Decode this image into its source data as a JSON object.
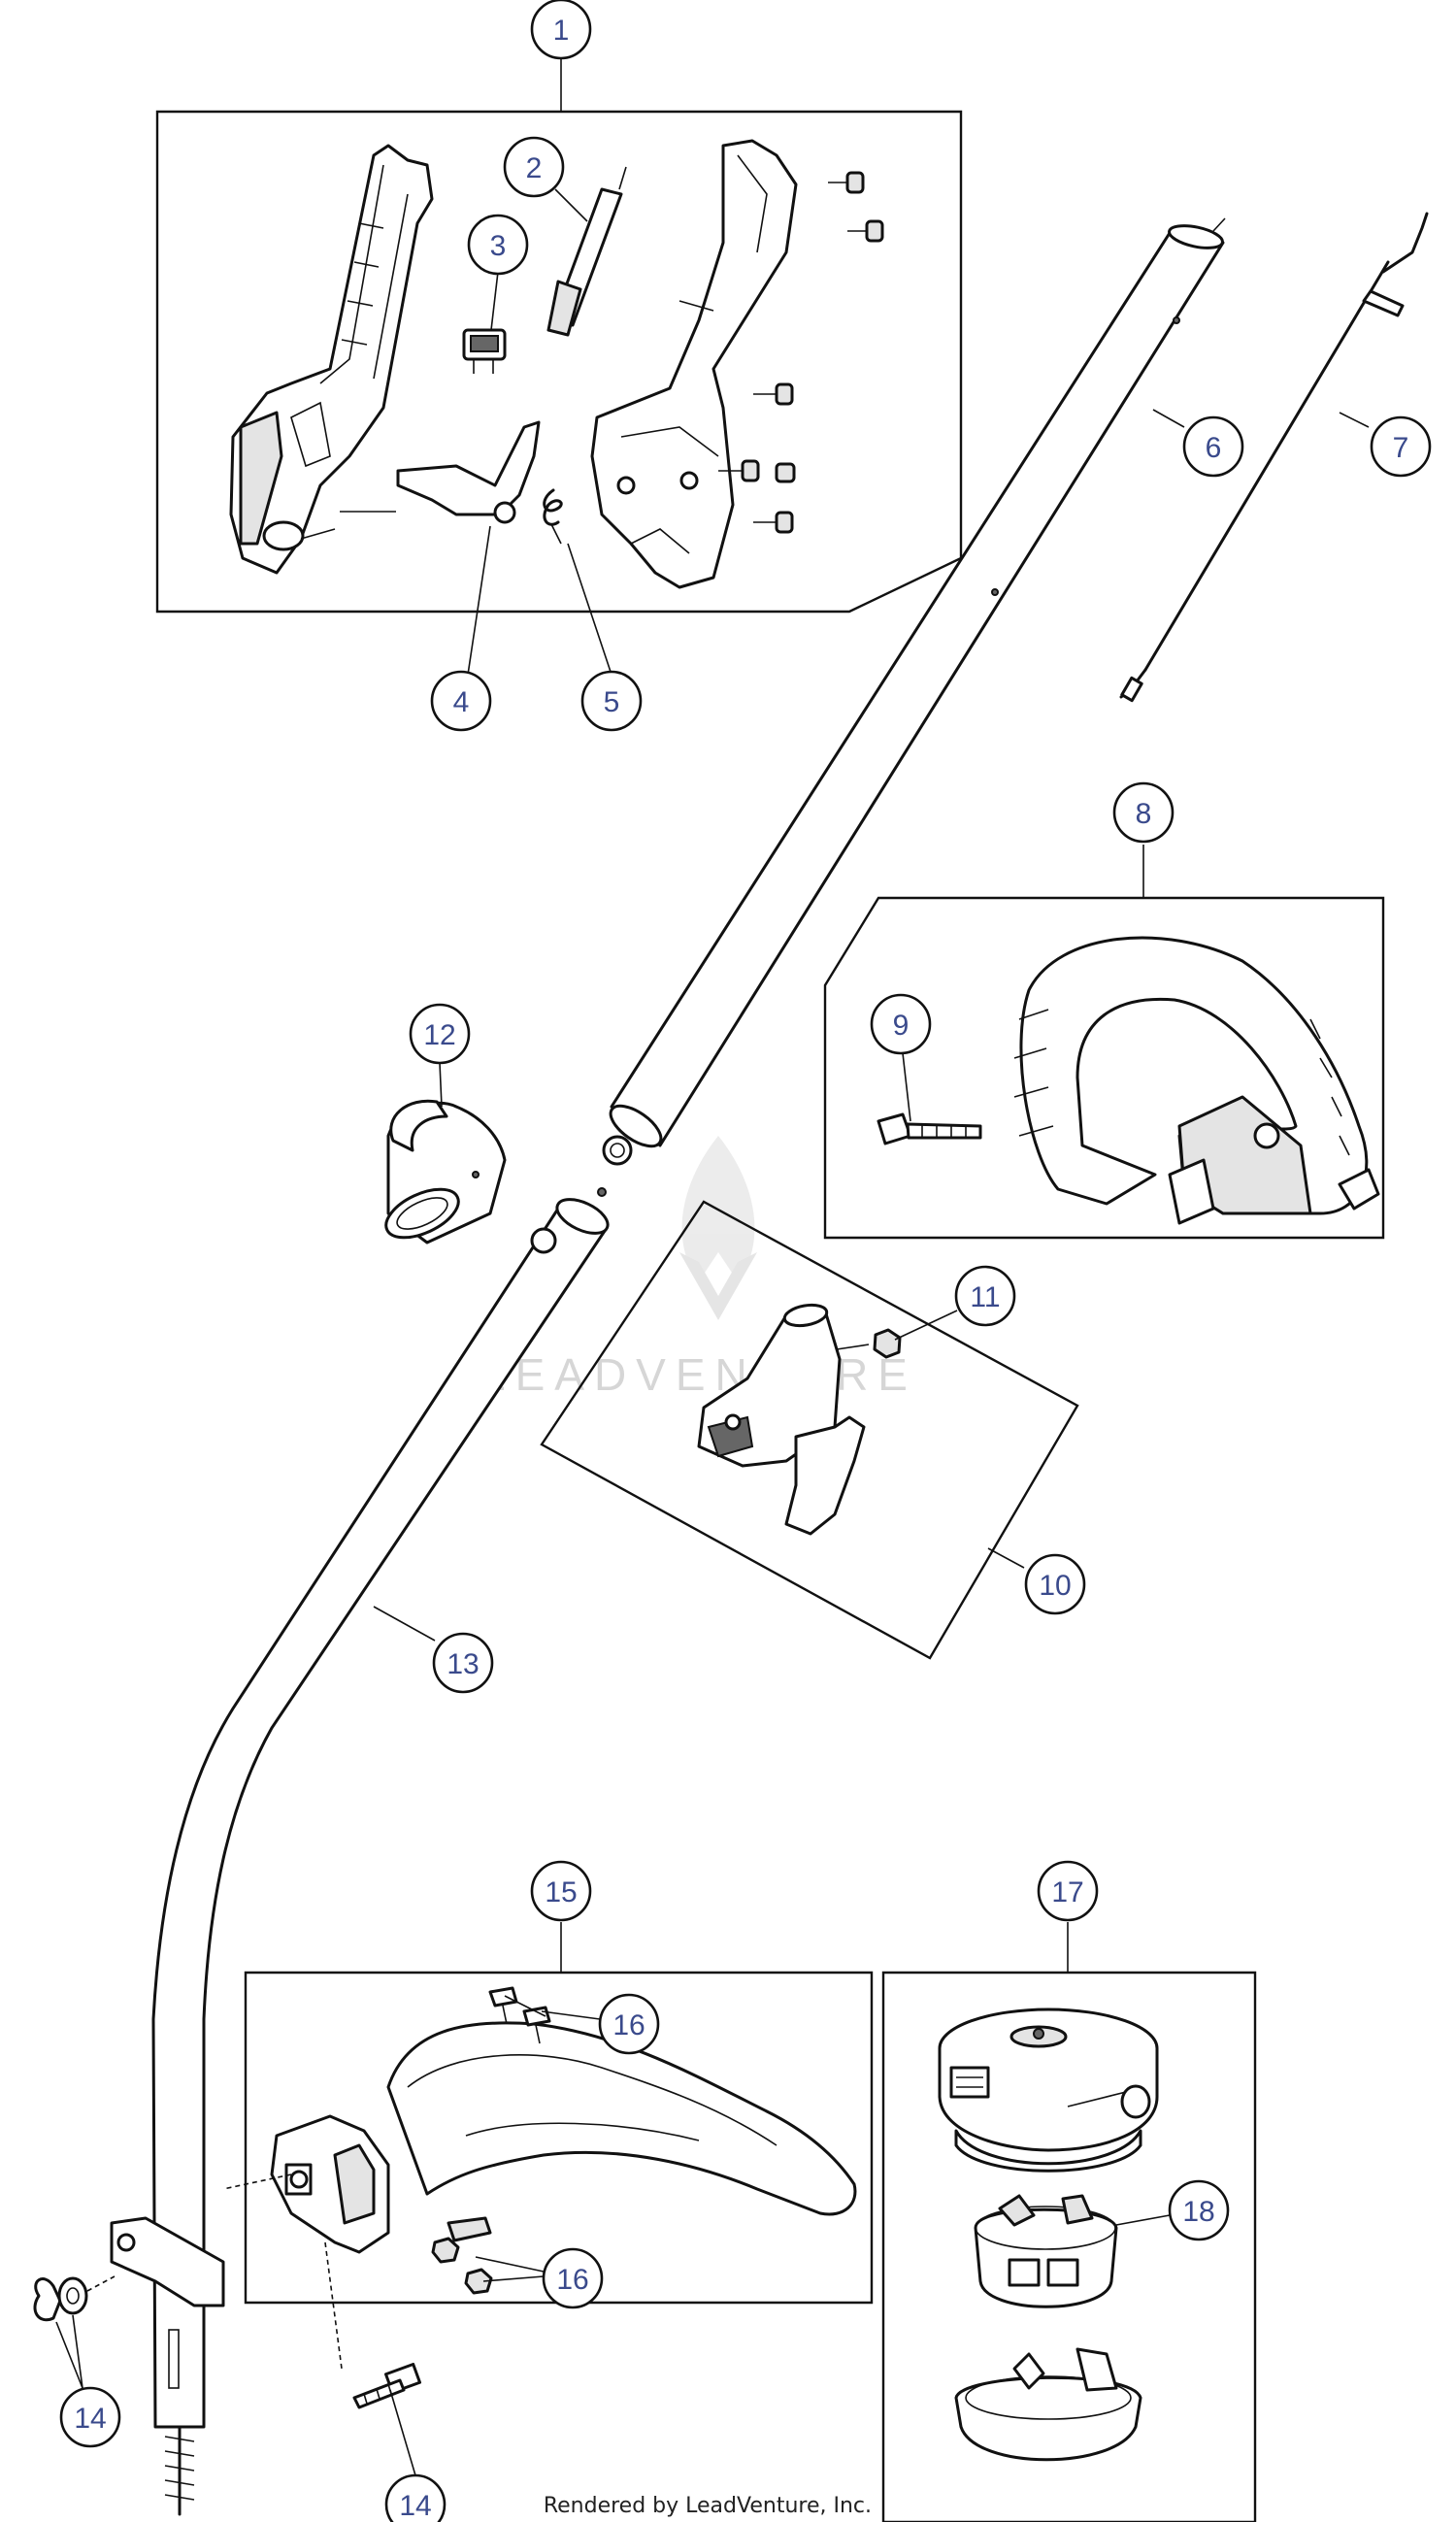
{
  "callouts": [
    "1",
    "2",
    "3",
    "4",
    "5",
    "6",
    "7",
    "8",
    "9",
    "10",
    "11",
    "12",
    "13",
    "14",
    "15",
    "16",
    "17",
    "18"
  ],
  "watermark": "LEADVENTURE",
  "footer": "Rendered by LeadVenture, Inc."
}
